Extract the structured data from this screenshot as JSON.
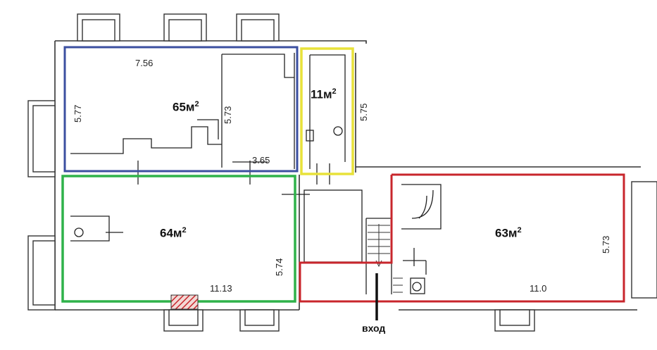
{
  "rooms": [
    {
      "id": "blue",
      "area_value": "65м",
      "area_sup": "2",
      "outline_color": "#3b4fa0"
    },
    {
      "id": "yellow",
      "area_value": "11м",
      "area_sup": "2",
      "outline_color": "#e8e23a"
    },
    {
      "id": "green",
      "area_value": "64м",
      "area_sup": "2",
      "outline_color": "#2fb24a"
    },
    {
      "id": "red",
      "area_value": "63м",
      "area_sup": "2",
      "outline_color": "#c8262c"
    }
  ],
  "dimensions": {
    "blue_top": "7.56",
    "blue_left": "5.77",
    "blue_inner": "5.73",
    "blue_bottom": "3.65",
    "yellow_right": "5.75",
    "green_right": "5.74",
    "green_bottom": "11.13",
    "red_right": "5.73",
    "red_bottom": "11.0"
  },
  "entrance_label": "вход",
  "colors": {
    "wall": "#222222",
    "hatch": "#c8262c"
  }
}
